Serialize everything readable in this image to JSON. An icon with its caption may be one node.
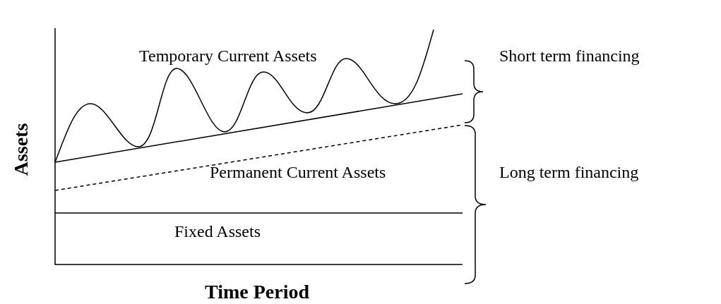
{
  "diagram": {
    "labels": [
      "Assets",
      "Temporary Current Assets",
      "Short term financing",
      "Permanent Current Assets",
      "Long term financing",
      "Fixed Assets",
      "Time Period"
    ]
  }
}
